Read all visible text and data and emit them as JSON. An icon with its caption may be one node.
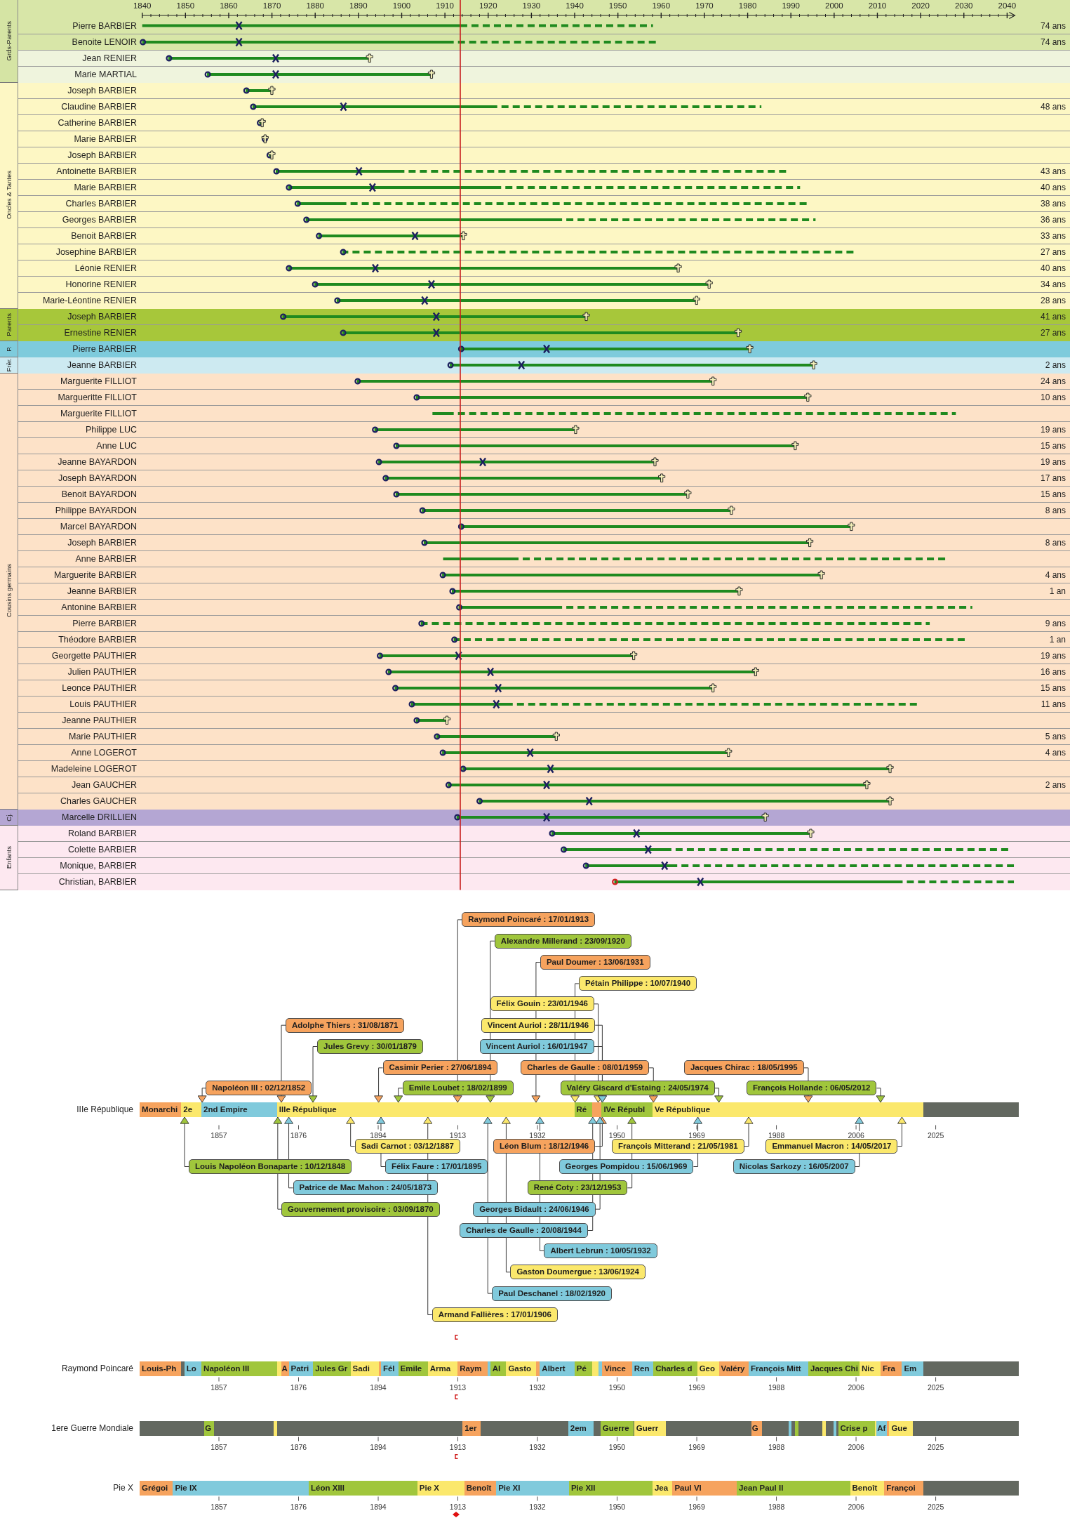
{
  "diagram": {
    "nodes": [
      {
        "text": [
          "Grds-Parents"
        ]
      },
      {
        "text": [
          "Pierre BARBIER",
          "74 ans"
        ],
        "in": 0
      },
      {
        "text": [
          "Benoite LENOIR",
          "74 ans"
        ],
        "in": 0
      },
      {
        "text": [
          "Jean RENIER"
        ],
        "in": 0
      },
      {
        "text": [
          "Marie MARTIAL"
        ],
        "in": 0
      },
      {
        "text": [
          "Oncles & Tantes"
        ]
      },
      {
        "text": [
          "Joseph BARBIER"
        ],
        "in": 5
      },
      {
        "text": [
          "Claudine BARBIER",
          "48 ans"
        ],
        "in": 5
      },
      {
        "text": [
          "Catherine BARBIER"
        ],
        "in": 5
      },
      {
        "text": [
          "Marie BARBIER"
        ],
        "in": 5
      },
      {
        "text": [
          "Joseph BARBIER"
        ],
        "in": 5
      },
      {
        "text": [
          "Antoinette BARBIER",
          "43 ans"
        ],
        "in": 5
      },
      {
        "text": [
          "Marie BARBIER",
          "40 ans"
        ],
        "in": 5
      },
      {
        "text": [
          "Charles BARBIER",
          "38 ans"
        ],
        "in": 5
      },
      {
        "text": [
          "Georges BARBIER",
          "36 ans"
        ],
        "in": 5
      },
      {
        "text": [
          "Benoit BARBIER",
          "33 ans"
        ],
        "in": 5
      },
      {
        "text": [
          "Josephine BARBIER",
          "27 ans"
        ],
        "in": 5
      },
      {
        "text": [
          "Léonie RENIER",
          "40 ans"
        ],
        "in": 5
      },
      {
        "text": [
          "Honorine RENIER",
          "34 ans"
        ],
        "in": 5
      },
      {
        "text": [
          "Marie-Léontine RENIER",
          "28 ans"
        ],
        "in": 5
      },
      {
        "text": [
          "Parents"
        ]
      },
      {
        "text": [
          "Joseph BARBIER",
          "41 ans"
        ],
        "in": 20
      },
      {
        "text": [
          "Ernestine RENIER",
          "27 ans"
        ],
        "in": 20
      },
      {
        "text": [
          "P."
        ]
      },
      {
        "text": [
          "Pierre BARBIER"
        ],
        "in": 23
      },
      {
        "text": [
          "Frèr."
        ]
      },
      {
        "text": [
          "Jeanne BARBIER",
          "2 ans"
        ],
        "in": 25
      },
      {
        "text": [
          "Cousins germains"
        ]
      },
      {
        "text": [
          "Marguerite FILLIOT",
          "24 ans"
        ],
        "in": 27
      },
      {
        "text": [
          "Margueritte FILLIOT",
          "10 ans"
        ],
        "in": 27
      },
      {
        "text": [
          "Marguerite FILLIOT"
        ],
        "in": 27
      },
      {
        "text": [
          "Philippe LUC",
          "19 ans"
        ],
        "in": 27
      },
      {
        "text": [
          "Anne LUC",
          "15 ans"
        ],
        "in": 27
      },
      {
        "text": [
          "Jeanne BAYARDON",
          "19 ans"
        ],
        "in": 27
      },
      {
        "text": [
          "Joseph BAYARDON",
          "17 ans"
        ],
        "in": 27
      },
      {
        "text": [
          "Benoit BAYARDON",
          "15 ans"
        ],
        "in": 27
      },
      {
        "text": [
          "Philippe BAYARDON",
          "8 ans"
        ],
        "in": 27
      },
      {
        "text": [
          "Marcel BAYARDON"
        ],
        "in": 27
      },
      {
        "text": [
          "Joseph BARBIER",
          "8 ans"
        ],
        "in": 27
      },
      {
        "text": [
          "Anne BARBIER"
        ],
        "in": 27
      },
      {
        "text": [
          "Marguerite BARBIER",
          "4 ans"
        ],
        "in": 27
      },
      {
        "text": [
          "Jeanne BARBIER",
          "1 an"
        ],
        "in": 27
      },
      {
        "text": [
          "Antonine BARBIER"
        ],
        "in": 27
      },
      {
        "text": [
          "Pierre BARBIER",
          "9 ans"
        ],
        "in": 27
      },
      {
        "text": [
          "Théodore BARBIER",
          "1 an"
        ],
        "in": 27
      },
      {
        "text": [
          "Georgette PAUTHIER",
          "19 ans"
        ],
        "in": 27
      },
      {
        "text": [
          "Julien PAUTHIER",
          "16 ans"
        ],
        "in": 27
      },
      {
        "text": [
          "Leonce PAUTHIER",
          "15 ans"
        ],
        "in": 27
      },
      {
        "text": [
          "Louis PAUTHIER",
          "11 ans"
        ],
        "in": 27
      },
      {
        "text": [
          "Jeanne PAUTHIER"
        ],
        "in": 27
      },
      {
        "text": [
          "Marie PAUTHIER",
          "5 ans"
        ],
        "in": 27
      },
      {
        "text": [
          "Anne LOGEROT",
          "4 ans"
        ],
        "in": 27
      },
      {
        "text": [
          "Madeleine LOGEROT"
        ],
        "in": 27
      },
      {
        "text": [
          "Jean GAUCHER",
          "2 ans"
        ],
        "in": 27
      },
      {
        "text": [
          "Charles GAUCHER"
        ],
        "in": 27
      },
      {
        "text": [
          "Cj."
        ]
      },
      {
        "text": [
          "Marcelle DRILLIEN"
        ],
        "in": 55
      },
      {
        "text": [
          "Enfants"
        ]
      },
      {
        "text": [
          "Roland BARBIER"
        ],
        "in": 57
      },
      {
        "text": [
          "Colette BARBIER"
        ],
        "in": 57
      },
      {
        "text": [
          "Monique, BARBIER"
        ],
        "in": 57
      },
      {
        "text": [
          "Christian, BARBIER"
        ],
        "in": 57
      },
      {
        "text": [
          "Raymond Poincaré : 17/01/1913"
        ]
      },
      {
        "text": [
          "Alexandre Millerand : 23/09/1920"
        ]
      },
      {
        "text": [
          "Paul Doumer : 13/06/1931"
        ]
      },
      {
        "text": [
          "Pétain Philippe : 10/07/1940"
        ]
      },
      {
        "text": [
          "Félix Gouin : 23/01/1946"
        ]
      },
      {
        "text": [
          "Adolphe Thiers : 31/08/1871"
        ]
      },
      {
        "text": [
          "Vincent Auriol : 28/11/1946"
        ]
      },
      {
        "text": [
          "Jules Grevy : 30/01/1879"
        ]
      },
      {
        "text": [
          "Vincent Auriol : 16/01/1947"
        ]
      },
      {
        "text": [
          "Casimir Perier : 27/06/1894"
        ]
      },
      {
        "text": [
          "Charles de Gaulle : 08/01/1959"
        ]
      },
      {
        "text": [
          "Jacques Chirac : 18/05/1995"
        ]
      },
      {
        "text": [
          "Napoléon III : 02/12/1852"
        ]
      },
      {
        "text": [
          "Emile Loubet : 18/02/1899"
        ]
      },
      {
        "text": [
          "Valéry Giscard d'Estaing : 24/05/1974"
        ]
      },
      {
        "text": [
          "François Hollande : 06/05/2012"
        ]
      },
      {
        "text": [
          "IIIe République"
        ]
      },
      {
        "text": [
          "Monarchi"
        ],
        "in": 78
      },
      {
        "text": [
          "2e"
        ],
        "in": 78
      },
      {
        "text": [
          "2nd Empire"
        ],
        "in": 78
      },
      {
        "text": [
          "IIIe République"
        ],
        "in": 78
      },
      {
        "text": [
          "Ré"
        ],
        "in": 78
      },
      {
        "text": [],
        "shape": "bar",
        "in": 78
      },
      {
        "text": [
          "IVe Républ"
        ],
        "in": 78
      },
      {
        "text": [
          "Ve République"
        ],
        "in": 78
      },
      {
        "text": [
          "Sadi Carnot : 03/12/1887"
        ]
      },
      {
        "text": [
          "Léon Blum : 18/12/1946"
        ]
      },
      {
        "text": [
          "François Mitterand : 21/05/1981"
        ]
      },
      {
        "text": [
          "Emmanuel Macron : 14/05/2017"
        ]
      },
      {
        "text": [
          "Louis Napoléon Bonaparte : 10/12/1848"
        ]
      },
      {
        "text": [
          "Félix Faure : 17/01/1895"
        ]
      },
      {
        "text": [
          "Georges Pompidou : 15/06/1969"
        ]
      },
      {
        "text": [
          "Nicolas Sarkozy : 16/05/2007"
        ]
      },
      {
        "text": [
          "Patrice de Mac Mahon : 24/05/1873"
        ]
      },
      {
        "text": [
          "René Coty : 23/12/1953"
        ]
      },
      {
        "text": [
          "Gouvernement provisoire : 03/09/1870"
        ]
      },
      {
        "text": [
          "Georges Bidault : 24/06/1946"
        ]
      },
      {
        "text": [
          "Charles de Gaulle : 20/08/1944"
        ]
      },
      {
        "text": [
          "Albert Lebrun : 10/05/1932"
        ]
      },
      {
        "text": [
          "Gaston Doumergue : 13/06/1924"
        ]
      },
      {
        "text": [
          "Paul Deschanel : 18/02/1920"
        ]
      },
      {
        "text": [
          "Armand Fallières : 17/01/1906"
        ]
      },
      {
        "text": [
          "Raymond Poincaré"
        ]
      },
      {
        "text": [
          "Louis-Ph"
        ],
        "in": 104
      },
      {
        "text": [
          "Lo"
        ],
        "in": 104
      },
      {
        "text": [
          "Napoléon III"
        ],
        "in": 104
      },
      {
        "text": [],
        "shape": "bar",
        "in": 104
      },
      {
        "text": [
          "A"
        ],
        "in": 104
      },
      {
        "text": [
          "Patri"
        ],
        "in": 104
      },
      {
        "text": [
          "Jules Gr"
        ],
        "in": 104
      },
      {
        "text": [
          "Sadi"
        ],
        "in": 104
      },
      {
        "text": [],
        "shape": "bar",
        "in": 104
      },
      {
        "text": [
          "Fél"
        ],
        "in": 104
      },
      {
        "text": [
          "Emile"
        ],
        "in": 104
      },
      {
        "text": [
          "Arma"
        ],
        "in": 104
      },
      {
        "text": [
          "Raym"
        ],
        "in": 104
      },
      {
        "text": [],
        "shape": "bar",
        "in": 104
      },
      {
        "text": [
          "Al"
        ],
        "in": 104
      },
      {
        "text": [
          "Gasto"
        ],
        "in": 104
      },
      {
        "text": [],
        "shape": "bar",
        "in": 104
      },
      {
        "text": [
          "Albert"
        ],
        "in": 104
      },
      {
        "text": [
          "Pé"
        ],
        "in": 104
      },
      {
        "text": [],
        "shape": "bar",
        "in": 104
      },
      {
        "text": [],
        "shape": "bar",
        "in": 104
      },
      {
        "text": [
          "Vince"
        ],
        "in": 104
      },
      {
        "text": [
          "Ren"
        ],
        "in": 104
      },
      {
        "text": [
          "Charles d"
        ],
        "in": 104
      },
      {
        "text": [
          "Geo"
        ],
        "in": 104
      },
      {
        "text": [
          "Valéry"
        ],
        "in": 104
      },
      {
        "text": [
          "François Mitt"
        ],
        "in": 104
      },
      {
        "text": [
          "Jacques Chi"
        ],
        "in": 104
      },
      {
        "text": [
          "Nic"
        ],
        "in": 104
      },
      {
        "text": [
          "Fra"
        ],
        "in": 104
      },
      {
        "text": [
          "Em"
        ],
        "in": 104
      },
      {
        "text": [
          "1ere Guerre Mondiale"
        ]
      },
      {
        "text": [
          "G"
        ],
        "in": 136
      },
      {
        "text": [],
        "shape": "bar",
        "in": 136
      },
      {
        "text": [
          "1er"
        ],
        "in": 136
      },
      {
        "text": [
          "2em"
        ],
        "in": 136
      },
      {
        "text": [
          "Guerre"
        ],
        "in": 136
      },
      {
        "text": [
          "Guerr"
        ],
        "in": 136
      },
      {
        "text": [
          "G"
        ],
        "in": 136
      },
      {
        "text": [],
        "shape": "bar",
        "in": 136
      },
      {
        "text": [],
        "shape": "bar",
        "in": 136
      },
      {
        "text": [],
        "shape": "bar",
        "in": 136
      },
      {
        "text": [],
        "shape": "bar",
        "in": 136
      },
      {
        "text": [
          "Crise p"
        ],
        "in": 136
      },
      {
        "text": [],
        "shape": "bar",
        "in": 136
      },
      {
        "text": [
          "Af"
        ],
        "in": 136
      },
      {
        "text": [],
        "shape": "bar",
        "in": 136
      },
      {
        "text": [
          "Gue"
        ],
        "in": 136
      },
      {
        "text": [
          "Pie X"
        ]
      },
      {
        "text": [
          "Grégoi"
        ],
        "in": 153
      },
      {
        "text": [
          "Pie IX"
        ],
        "in": 153
      },
      {
        "text": [
          "Léon XIII"
        ],
        "in": 153
      },
      {
        "text": [
          "Pie X"
        ],
        "in": 153
      },
      {
        "text": [
          "Benoît"
        ],
        "in": 153
      },
      {
        "text": [
          "Pie XI"
        ],
        "in": 153
      },
      {
        "text": [
          "Pie XII"
        ],
        "in": 153
      },
      {
        "text": [
          "Jea"
        ],
        "in": 153
      },
      {
        "text": [
          "Paul VI"
        ],
        "in": 153
      },
      {
        "text": [
          "Jean Paul II"
        ],
        "in": 153
      },
      {
        "text": [
          "Benoît"
        ],
        "in": 153
      },
      {
        "text": [
          "Françoi"
        ],
        "in": 153
      }
    ],
    "edges": [
      {
        "from": 62,
        "to": 82,
        "arrow": "to"
      },
      {
        "from": 63,
        "to": 82,
        "arrow": "to"
      },
      {
        "from": 64,
        "to": 82,
        "arrow": "to"
      },
      {
        "from": 65,
        "to": 83,
        "arrow": "to"
      },
      {
        "from": 66,
        "to": 84,
        "arrow": "to"
      },
      {
        "from": 67,
        "to": 82,
        "arrow": "to"
      },
      {
        "from": 68,
        "to": 85,
        "arrow": "to"
      },
      {
        "from": 69,
        "to": 82,
        "arrow": "to"
      },
      {
        "from": 70,
        "to": 85,
        "arrow": "to"
      },
      {
        "from": 71,
        "to": 82,
        "arrow": "to"
      },
      {
        "from": 72,
        "to": 86,
        "arrow": "to"
      },
      {
        "from": 73,
        "to": 86,
        "arrow": "to"
      },
      {
        "from": 74,
        "to": 81,
        "arrow": "to"
      },
      {
        "from": 75,
        "to": 82,
        "arrow": "to"
      },
      {
        "from": 76,
        "to": 86,
        "arrow": "to"
      },
      {
        "from": 77,
        "to": 86,
        "arrow": "to"
      },
      {
        "from": 87,
        "to": 82,
        "arrow": "to"
      },
      {
        "from": 88,
        "to": 85,
        "arrow": "to"
      },
      {
        "from": 89,
        "to": 86,
        "arrow": "to"
      },
      {
        "from": 90,
        "to": 86,
        "arrow": "to"
      },
      {
        "from": 91,
        "to": 80,
        "arrow": "to"
      },
      {
        "from": 92,
        "to": 82,
        "arrow": "to"
      },
      {
        "from": 93,
        "to": 86,
        "arrow": "to"
      },
      {
        "from": 94,
        "to": 86,
        "arrow": "to"
      },
      {
        "from": 95,
        "to": 82,
        "arrow": "to"
      },
      {
        "from": 96,
        "to": 85,
        "arrow": "to"
      },
      {
        "from": 97,
        "to": 82,
        "arrow": "to"
      },
      {
        "from": 98,
        "to": 84,
        "arrow": "to"
      },
      {
        "from": 99,
        "to": 84,
        "arrow": "to"
      },
      {
        "from": 100,
        "to": 82,
        "arrow": "to"
      },
      {
        "from": 101,
        "to": 82,
        "arrow": "to"
      },
      {
        "from": 102,
        "to": 82,
        "arrow": "to"
      },
      {
        "from": 103,
        "to": 82,
        "arrow": "to"
      }
    ],
    "labels": [
      "1840",
      "1850",
      "1860",
      "1870",
      "1880",
      "1890",
      "1900",
      "1910",
      "1920",
      "1930",
      "1940",
      "1950",
      "1960",
      "1970",
      "1980",
      "1990",
      "2000",
      "2010",
      "2020",
      "2030",
      "2040",
      "1857",
      "1876",
      "1894",
      "1913",
      "1932",
      "1950",
      "1969",
      "1988",
      "2006",
      "2025",
      "1857",
      "1876",
      "1894",
      "1913",
      "1932",
      "1950",
      "1969",
      "1988",
      "2006",
      "2025",
      "1857",
      "1876",
      "1894",
      "1913",
      "1932",
      "1950",
      "1969",
      "1988",
      "2006",
      "2025",
      "1857",
      "1876",
      "1894",
      "1913",
      "1932",
      "1950",
      "1969",
      "1988",
      "2006",
      "2025"
    ]
  }
}
